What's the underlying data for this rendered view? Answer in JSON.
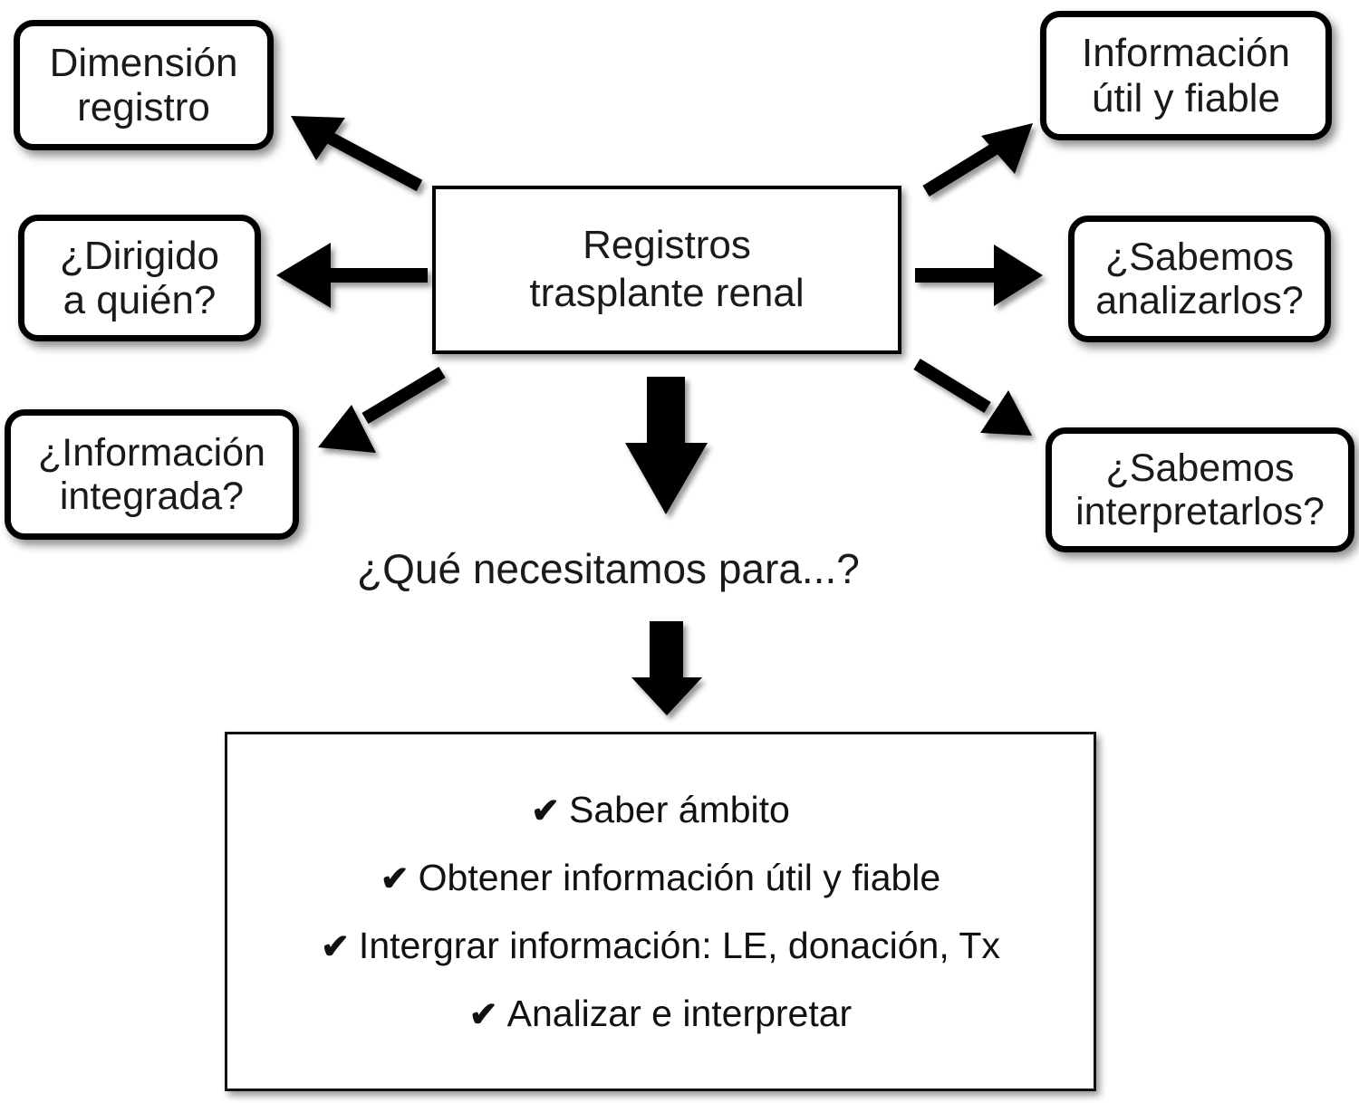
{
  "diagram": {
    "title_box": {
      "label": "Registros\ntrasplante renal",
      "name": "central-node"
    },
    "left_boxes": [
      {
        "label": "Dimensión\nregistro",
        "name": "node-dimension-registro"
      },
      {
        "label": "¿Dirigido\na quién?",
        "name": "node-dirigido-a-quien"
      },
      {
        "label": "¿Información\nintegrada?",
        "name": "node-informacion-integrada"
      }
    ],
    "right_boxes": [
      {
        "label": "Información\nútil y fiable",
        "name": "node-informacion-util-fiable"
      },
      {
        "label": "¿Sabemos\nanalizarlos?",
        "name": "node-sabemos-analizarlos"
      },
      {
        "label": "¿Sabemos\ninterpretarlos?",
        "name": "node-sabemos-interpretarlos"
      }
    ],
    "caption": "¿Qué necesitamos para...?",
    "checklist": {
      "bullet": "✔",
      "items": [
        "Saber ámbito",
        "Obtener información útil y fiable",
        "Intergrar información: LE, donación, Tx",
        "Analizar e interpretar"
      ]
    },
    "colors": {
      "stroke": "#000000",
      "text": "#1a1a1a",
      "background": "#ffffff"
    }
  }
}
